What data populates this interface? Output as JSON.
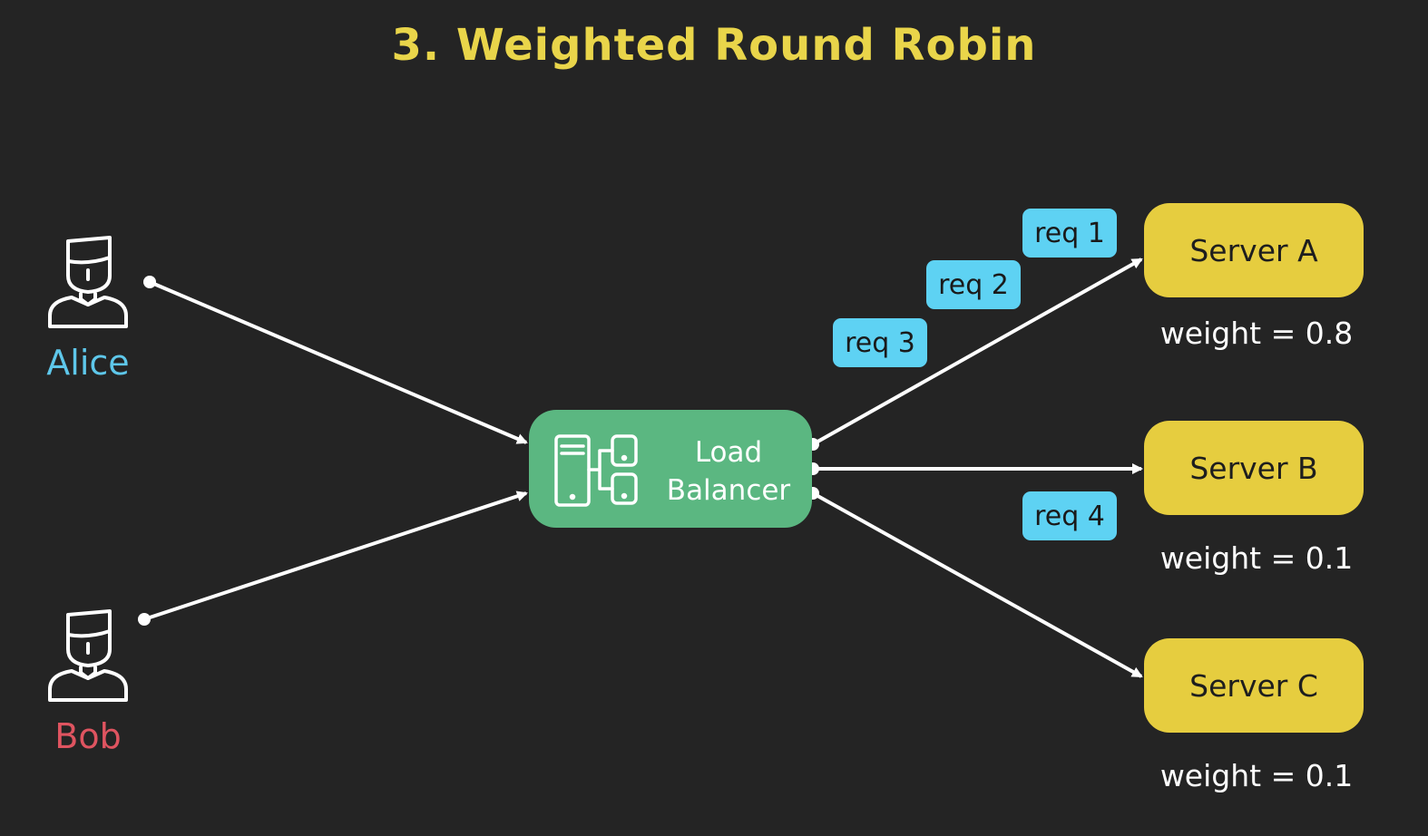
{
  "title": "3. Weighted Round Robin",
  "clients": [
    {
      "name": "Alice",
      "color": "#5ec7ea"
    },
    {
      "name": "Bob",
      "color": "#df5460"
    }
  ],
  "load_balancer": {
    "line1": "Load",
    "line2": "Balancer",
    "color": "#5bb781"
  },
  "servers": [
    {
      "label": "Server A",
      "weight": "weight = 0.8"
    },
    {
      "label": "Server B",
      "weight": "weight = 0.1"
    },
    {
      "label": "Server C",
      "weight": "weight = 0.1"
    }
  ],
  "requests": [
    "req 1",
    "req 2",
    "req 3",
    "req 4"
  ],
  "colors": {
    "title": "#e9d54a",
    "server": "#e6cd3f",
    "request": "#5ed2f3",
    "connector": "#ffffff"
  }
}
